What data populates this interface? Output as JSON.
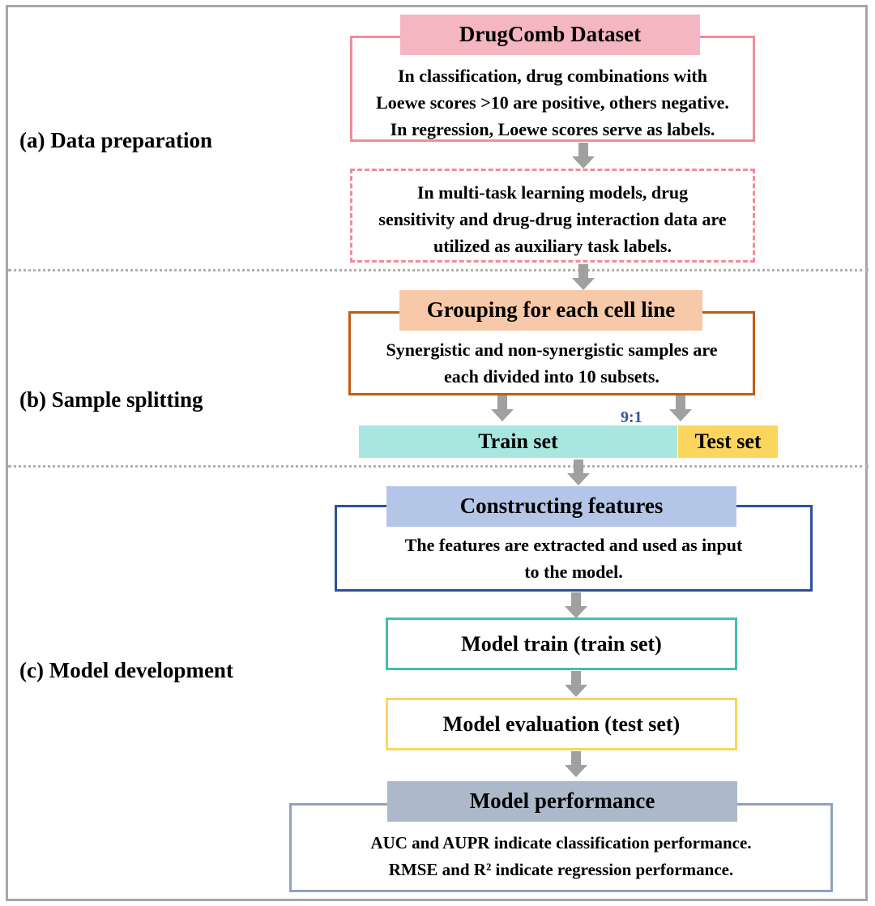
{
  "sections": [
    {
      "id": "a",
      "label": "(a) Data preparation"
    },
    {
      "id": "b",
      "label": "(b) Sample splitting"
    },
    {
      "id": "c",
      "label": "(c) Model development"
    }
  ],
  "data_preparation": {
    "dataset_title": "DrugComb Dataset",
    "dataset_lines": [
      "In classification, drug combinations with",
      "Loewe scores >10 are positive, others negative.",
      "In regression, Loewe scores serve as labels."
    ],
    "multitask_lines": [
      "In multi-task learning models, drug",
      "sensitivity and drug-drug interaction data are",
      "utilized as auxiliary task labels."
    ]
  },
  "sample_splitting": {
    "grouping_title": "Grouping for each cell line",
    "grouping_lines": [
      "Synergistic and non-synergistic samples are",
      "each divided into 10 subsets."
    ],
    "ratio": "9:1",
    "train_label": "Train set",
    "test_label": "Test set"
  },
  "model_development": {
    "features_title": "Constructing features",
    "features_lines": [
      "The features are extracted and used as input",
      "to the model."
    ],
    "train_step": "Model train (train set)",
    "eval_step": "Model evaluation (test set)",
    "performance_title": "Model performance",
    "performance_lines": [
      "AUC and AUPR indicate classification performance.",
      "RMSE and R² indicate regression performance."
    ]
  },
  "colors": {
    "dataset": "#f4b6c0",
    "dataset_border": "#ef8d9d",
    "grouping": "#f8c9a8",
    "grouping_border": "#c55a11",
    "train": "#a8e6df",
    "test": "#fcd55e",
    "ratio_text": "#2f55a4",
    "features": "#b4c6e7",
    "features_border": "#2f4f9e",
    "model_train_border": "#3cc1b4",
    "eval_border": "#fcd55e",
    "performance": "#adb9ca",
    "performance_border": "#8ea3bd",
    "arrow": "#a0a0a0"
  }
}
